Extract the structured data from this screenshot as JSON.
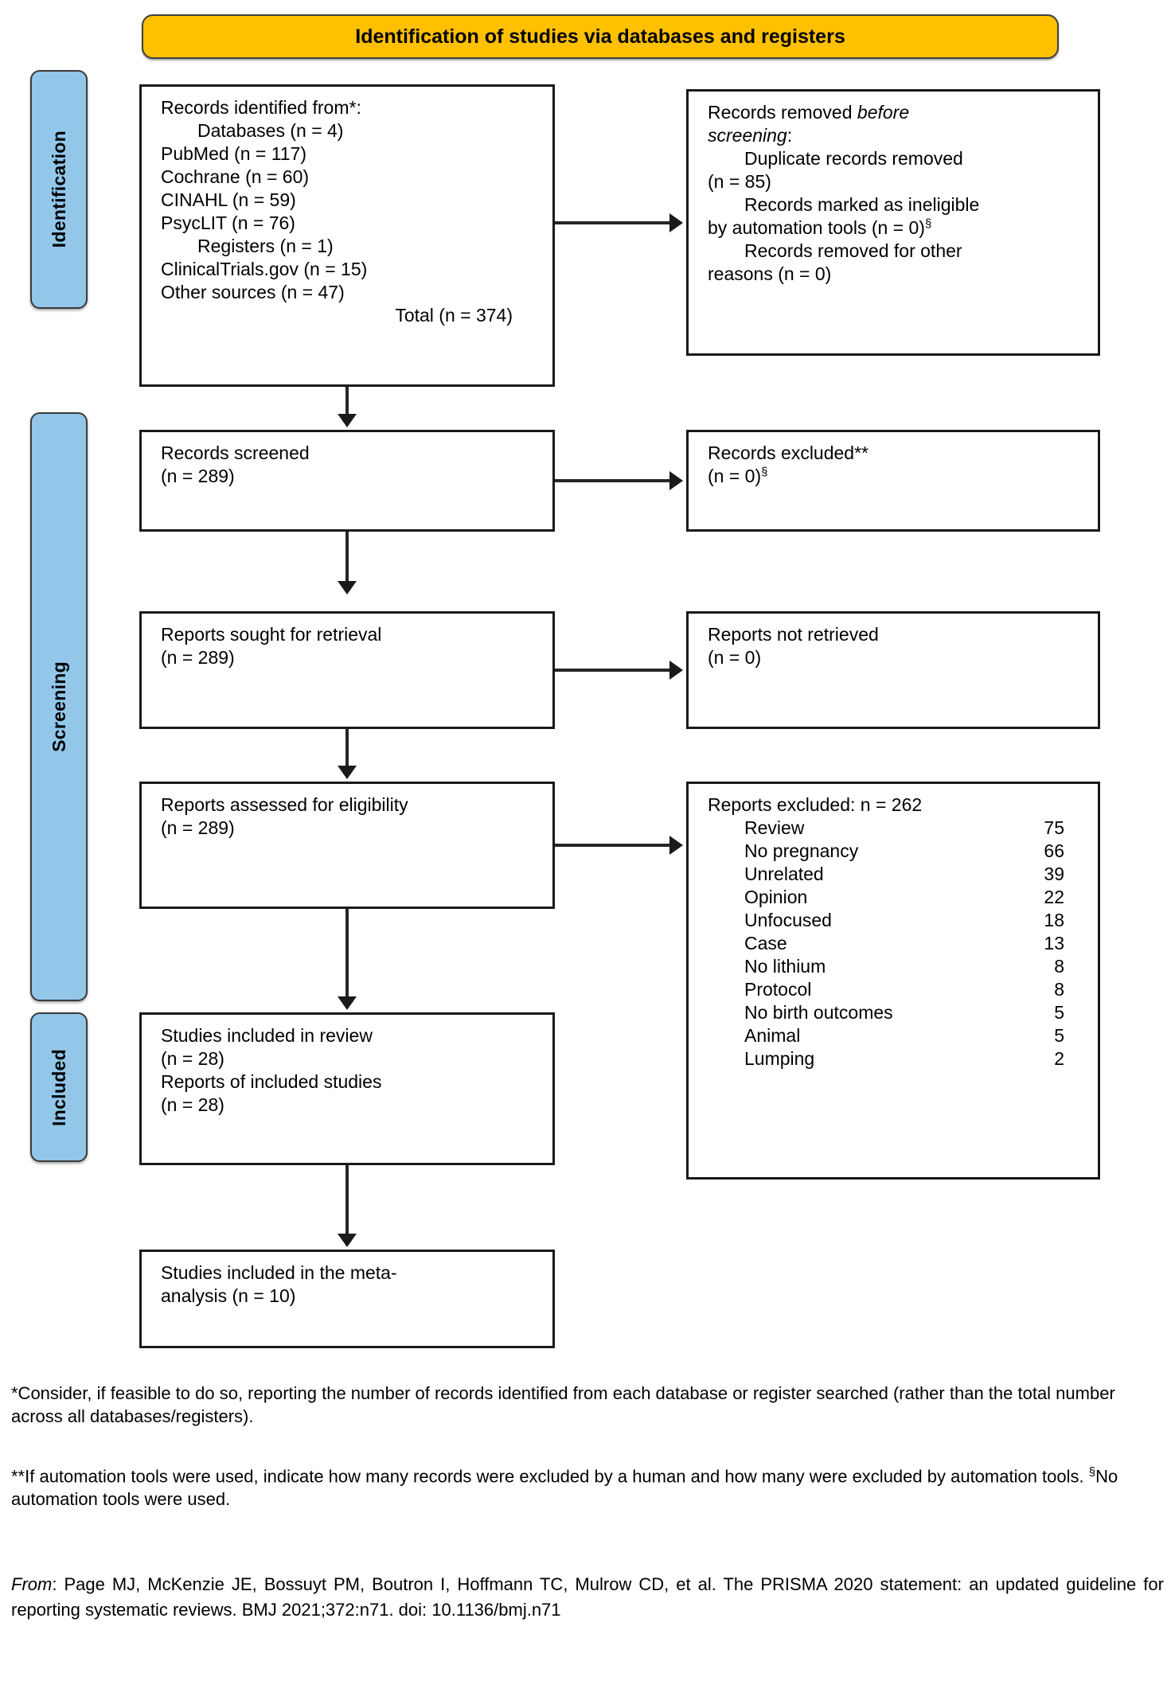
{
  "stage_header": {
    "label": "Identification of studies via databases and registers"
  },
  "phases": {
    "identification": "Identification",
    "screening": "Screening",
    "included": "Included"
  },
  "boxes": {
    "identified": {
      "title": "Records identified from*:",
      "databases_label": "Databases (n = 4)",
      "sources": [
        "PubMed (n = 117)",
        "Cochrane (n = 60)",
        "CINAHL (n = 59)",
        "PsycLIT (n = 76)"
      ],
      "registers_label": "Registers (n = 1)",
      "registers_sources": [
        "ClinicalTrials.gov (n = 15)",
        "Other sources (n = 47)"
      ],
      "total": "Total (n = 374)"
    },
    "removed_before_screening": {
      "line1_a": "Records removed ",
      "line1_em": "before",
      "line2_em": "screening",
      "line2_b": ":",
      "duplicates_l1": "Duplicate records removed",
      "duplicates_l2": "(n = 85)",
      "ineligible_l1": "Records marked as ineligible",
      "ineligible_l2": "by automation tools (n = 0)",
      "ineligible_sup": "§",
      "other_l1": "Records removed for other",
      "other_l2": "reasons (n = 0)"
    },
    "screened": {
      "line1": "Records screened",
      "line2": "(n = 289)"
    },
    "excluded": {
      "line1": "Records excluded**",
      "line2": "(n = 0)",
      "sup": "§"
    },
    "sought": {
      "line1": "Reports sought for retrieval",
      "line2": "(n = 289)"
    },
    "not_retrieved": {
      "line1": "Reports not retrieved",
      "line2": "(n = 0)"
    },
    "assessed": {
      "line1": "Reports assessed for eligibility",
      "line2": "(n = 289)"
    },
    "reports_excluded": {
      "title": "Reports excluded: n = 262",
      "reasons": [
        {
          "name": "Review",
          "count": "75"
        },
        {
          "name": "No pregnancy",
          "count": "66"
        },
        {
          "name": "Unrelated",
          "count": "39"
        },
        {
          "name": "Opinion",
          "count": "22"
        },
        {
          "name": "Unfocused",
          "count": "18"
        },
        {
          "name": "Case",
          "count": "13"
        },
        {
          "name": "No lithium",
          "count": "8"
        },
        {
          "name": "Protocol",
          "count": "8"
        },
        {
          "name": "No birth outcomes",
          "count": "5"
        },
        {
          "name": "Animal",
          "count": "5"
        },
        {
          "name": "Lumping",
          "count": "2"
        }
      ]
    },
    "included": {
      "line1": "Studies included in review",
      "line2": "(n = 28)",
      "line3": "Reports of included studies",
      "line4": "(n = 28)"
    },
    "meta": {
      "line1": "Studies included in the meta-",
      "line2": "analysis (n = 10)"
    }
  },
  "footnotes": {
    "one": "*Consider, if feasible to do so, reporting the number of records identified from each database or register searched (rather than the total number across all databases/registers).",
    "two_a": "**If automation tools were used, indicate how many records were excluded by a human and how many were excluded by automation tools. ",
    "two_sup": "§",
    "two_b": "No automation tools were used."
  },
  "citation": {
    "from_em": "From",
    "from_colon": ":  ",
    "text": "Page MJ, McKenzie JE, Bossuyt PM, Boutron I, Hoffmann TC, Mulrow CD, et al. The PRISMA 2020 statement: an updated guideline for reporting systematic reviews. BMJ 2021;372:n71. doi: 10.1136/bmj.n71"
  },
  "colors": {
    "stage_header_bg": "#FFC000",
    "phase_bg": "#92C7EA",
    "box_border": "#1a1a1a",
    "text": "#000000"
  }
}
